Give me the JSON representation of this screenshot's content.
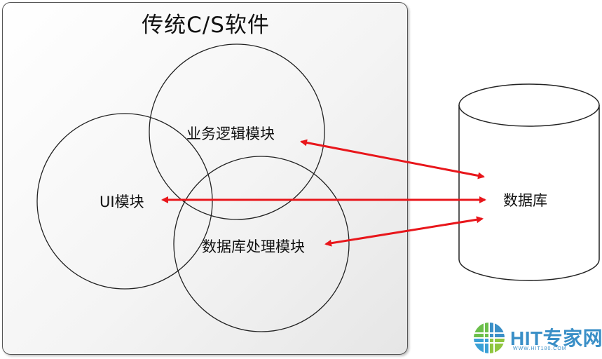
{
  "diagram": {
    "container_title": "传统C/S软件",
    "nodes": {
      "business_logic": "业务逻辑模块",
      "ui": "UI模块",
      "data_processing": "数据库处理模块",
      "database": "数据库"
    },
    "arrow_color": "#e8161b"
  },
  "watermark": {
    "logo_text": "HIT专家网",
    "logo_url_text": "WWW.HIT180.COM"
  }
}
